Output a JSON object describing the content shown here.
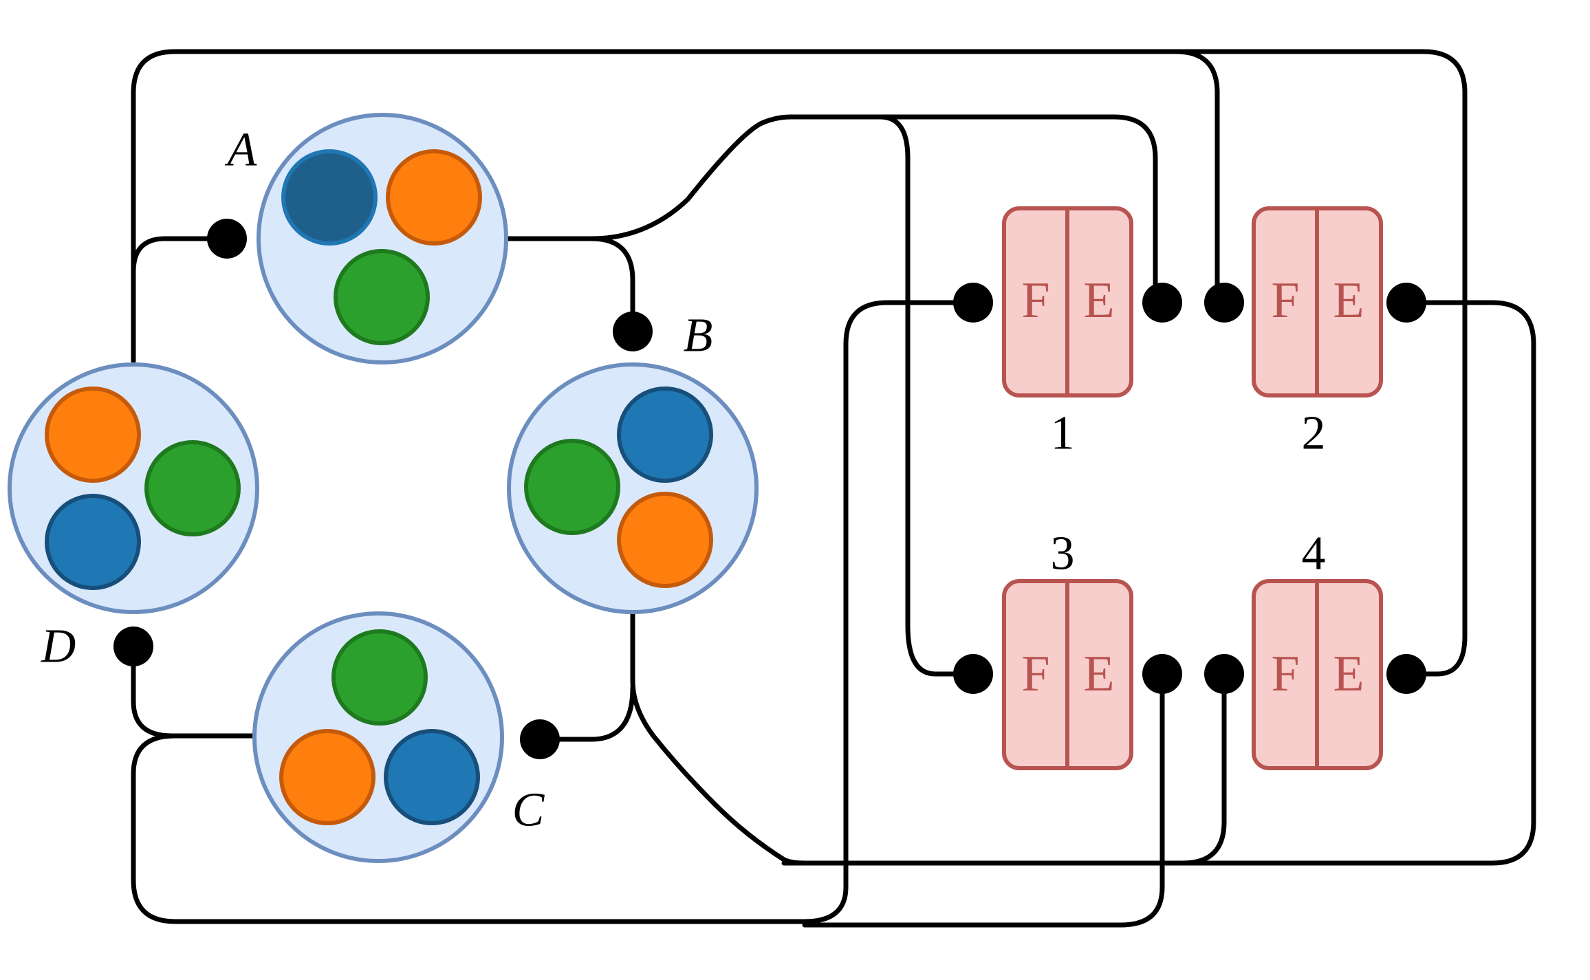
{
  "nodes": [
    {
      "label": "A",
      "balls": [
        {
          "color": "#1f5f8b",
          "border": "#1f77b4"
        },
        {
          "color": "#ff7f0e",
          "border": "#c55a0a"
        },
        {
          "color": "#2ca02c",
          "border": "#1e7a1e"
        }
      ]
    },
    {
      "label": "B",
      "balls": [
        {
          "color": "#1f77b4",
          "border": "#174f7a"
        },
        {
          "color": "#2ca02c",
          "border": "#1e7a1e"
        },
        {
          "color": "#ff7f0e",
          "border": "#c55a0a"
        }
      ]
    },
    {
      "label": "C",
      "balls": [
        {
          "color": "#2ca02c",
          "border": "#1e7a1e"
        },
        {
          "color": "#ff7f0e",
          "border": "#c55a0a"
        },
        {
          "color": "#1f77b4",
          "border": "#174f7a"
        }
      ]
    },
    {
      "label": "D",
      "balls": [
        {
          "color": "#ff7f0e",
          "border": "#c55a0a"
        },
        {
          "color": "#2ca02c",
          "border": "#1e7a1e"
        },
        {
          "color": "#1f77b4",
          "border": "#174f7a"
        }
      ]
    }
  ],
  "fe_units": [
    {
      "number": "1",
      "left": "F",
      "right": "E"
    },
    {
      "number": "2",
      "left": "F",
      "right": "E"
    },
    {
      "number": "3",
      "left": "F",
      "right": "E"
    },
    {
      "number": "4",
      "left": "F",
      "right": "E"
    }
  ],
  "colors": {
    "node_fill": "#dae8fc",
    "node_stroke": "#6c8ebf",
    "fe_fill": "#f8cecc",
    "fe_stroke": "#b85450",
    "wire": "#000000"
  }
}
